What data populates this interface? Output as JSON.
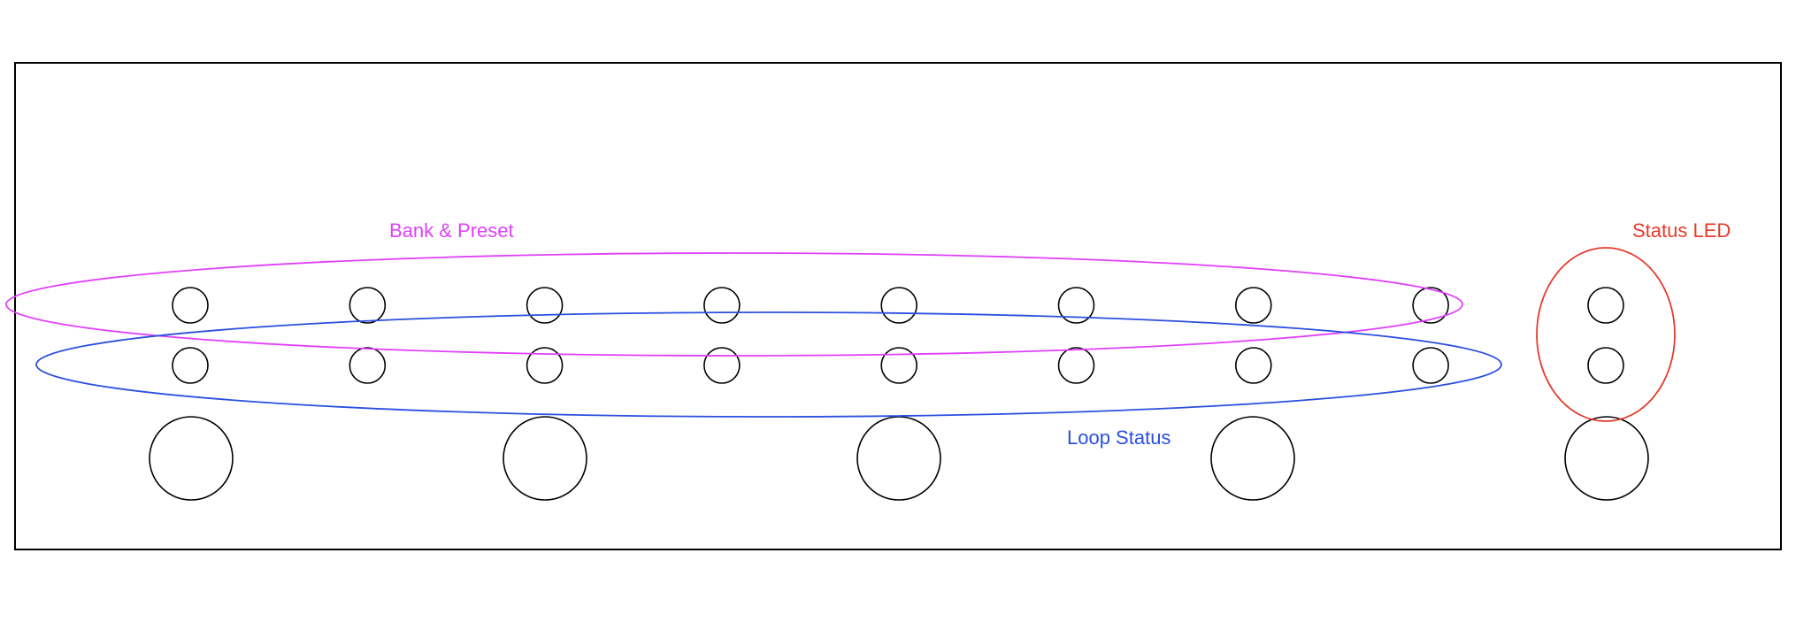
{
  "labels": {
    "bank_preset": "Bank & Preset",
    "loop_status": "Loop Status",
    "status_led": "Status LED"
  },
  "colors": {
    "bank_preset": "#e040fb",
    "loop_status": "#2a4fe0",
    "status_led": "#e53b2a",
    "outline": "#000000",
    "background": "#ffffff"
  },
  "components": {
    "led_columns": 8,
    "led_rows": 2,
    "status_leds": 2,
    "footswitches": 5
  }
}
